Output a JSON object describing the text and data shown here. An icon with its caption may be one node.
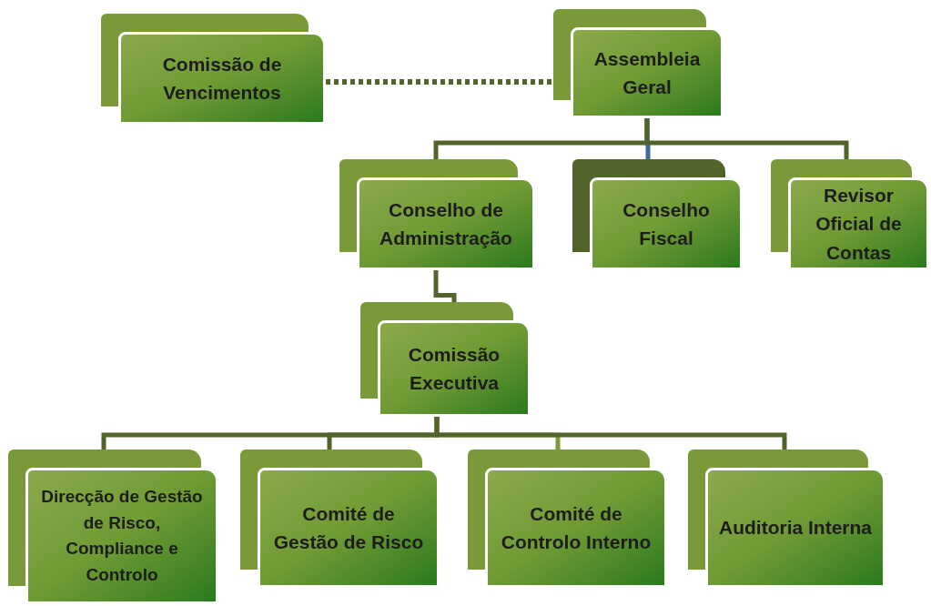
{
  "diagram": {
    "nodes": [
      {
        "text": [
          "Comissão de Vencimentos"
        ]
      },
      {
        "text": [
          "Assembleia Geral"
        ]
      },
      {
        "text": [
          "Conselho de Administração"
        ]
      },
      {
        "text": [
          "Conselho Fiscal"
        ]
      },
      {
        "text": [
          "Revisor Oficial de Contas"
        ]
      },
      {
        "text": [
          "Comissão Executiva"
        ]
      },
      {
        "text": [
          "Direcção de Gestão de Risco, Compliance e Controlo"
        ]
      },
      {
        "text": [
          "Comité de Gestão de Risco"
        ]
      },
      {
        "text": [
          "Comité de Controlo Interno"
        ]
      },
      {
        "text": [
          "Auditoria Interna"
        ]
      }
    ],
    "edges": [
      {
        "from": 0,
        "to": 1,
        "arrow": "none",
        "style": "dashed"
      },
      {
        "from": 1,
        "to": 2,
        "arrow": "none"
      },
      {
        "from": 1,
        "to": 3,
        "arrow": "none",
        "color": "#41699d"
      },
      {
        "from": 1,
        "to": 4,
        "arrow": "none"
      },
      {
        "from": 2,
        "to": 5,
        "arrow": "none"
      },
      {
        "from": 5,
        "to": 6,
        "arrow": "none"
      },
      {
        "from": 5,
        "to": 7,
        "arrow": "none"
      },
      {
        "from": 5,
        "to": 8,
        "arrow": "none",
        "color": "#7a9a3a"
      },
      {
        "from": 5,
        "to": 9,
        "arrow": "none"
      }
    ]
  }
}
